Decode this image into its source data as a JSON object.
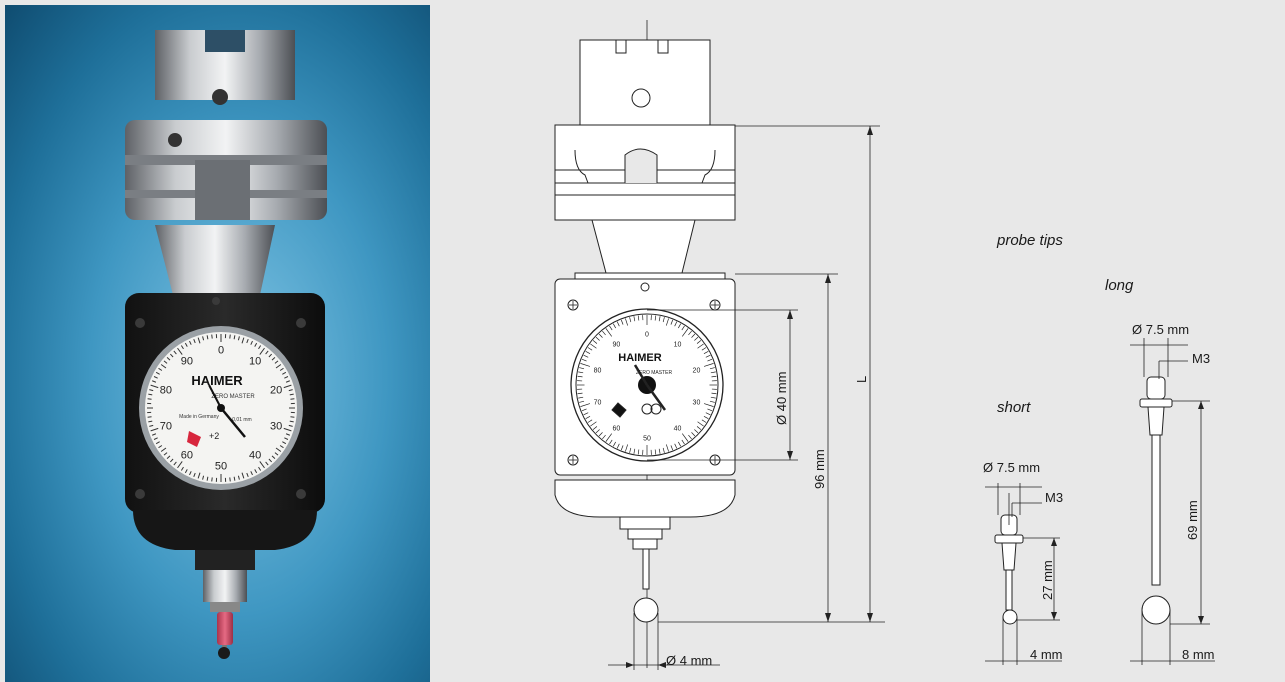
{
  "photo": {
    "dial_brand": "HAIMER",
    "dial_model": "ZERO MASTER",
    "dial_made": "Made in Germany",
    "dial_res": "0,01 mm",
    "dial_mark": "+2"
  },
  "dial_ticks": [
    "0",
    "10",
    "20",
    "30",
    "40",
    "50",
    "60",
    "70",
    "80",
    "90"
  ],
  "drawing": {
    "section_title": "probe tips",
    "long_label": "long",
    "short_label": "short",
    "dims": {
      "ball_dia": "Ø 4 mm",
      "dial_dia": "Ø 40 mm",
      "height_96": "96 mm",
      "overall_L": "L",
      "short_shank_dia": "Ø 7.5 mm",
      "short_thread": "M3",
      "short_length": "27 mm",
      "short_ball": "4 mm",
      "long_shank_dia": "Ø 7.5 mm",
      "long_thread": "M3",
      "long_length": "69 mm",
      "long_ball": "8 mm"
    }
  }
}
